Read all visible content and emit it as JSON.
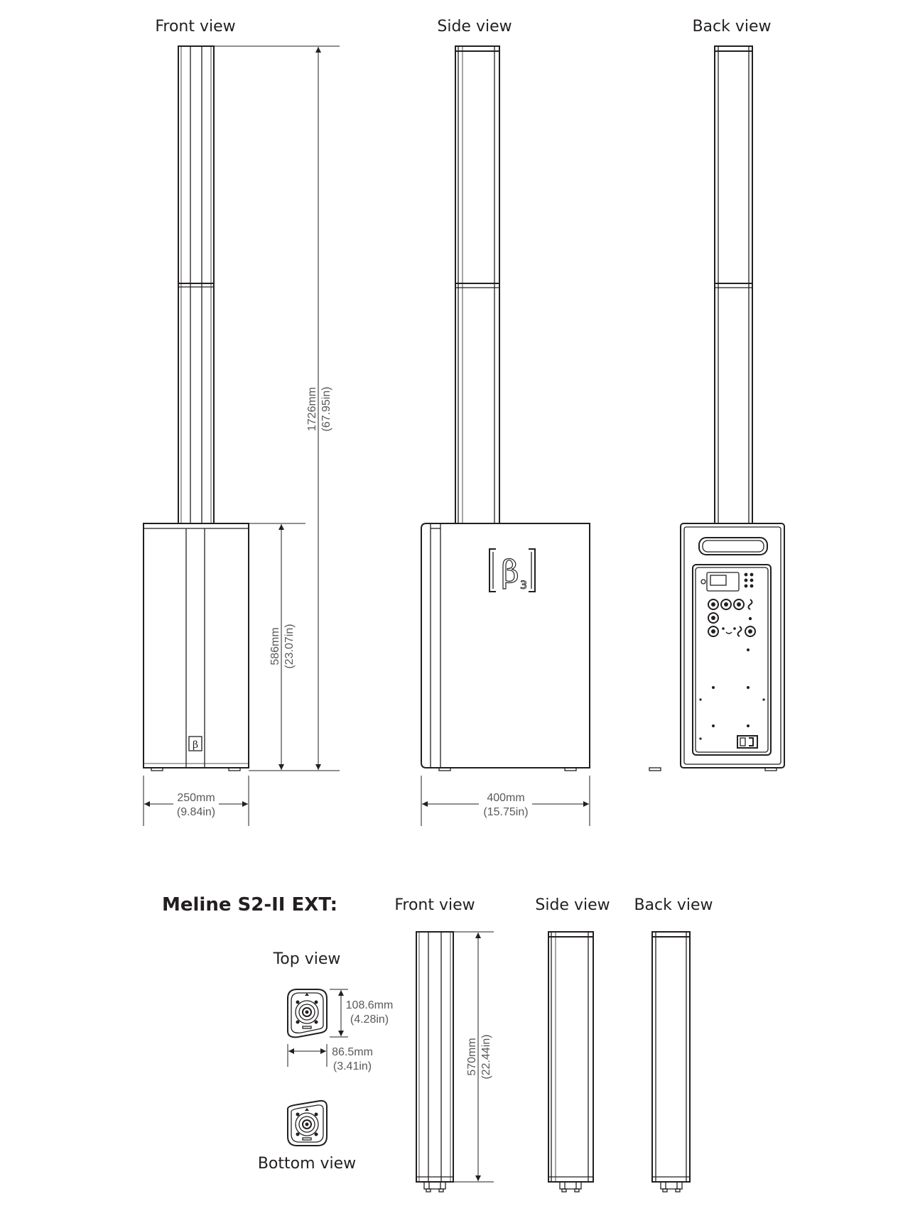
{
  "main_views": {
    "front_label": "Front view",
    "side_label": "Side view",
    "back_label": "Back view"
  },
  "dimensions": {
    "total_height_mm": "1726mm",
    "total_height_in": "(67.95in)",
    "sub_height_mm": "586mm",
    "sub_height_in": "(23.07in)",
    "sub_width_mm": "250mm",
    "sub_width_in": "(9.84in)",
    "sub_depth_mm": "400mm",
    "sub_depth_in": "(15.75in)"
  },
  "logo": {
    "text": "β",
    "subscript": "3"
  },
  "ext_section": {
    "title": "Meline S2-II EXT:",
    "front_label": "Front view",
    "side_label": "Side view",
    "back_label": "Back view",
    "top_label": "Top view",
    "bottom_label": "Bottom view",
    "height_mm": "570mm",
    "height_in": "(22.44in)",
    "top_depth_mm": "108.6mm",
    "top_depth_in": "(4.28in)",
    "top_width_mm": "86.5mm",
    "top_width_in": "(3.41in)"
  }
}
